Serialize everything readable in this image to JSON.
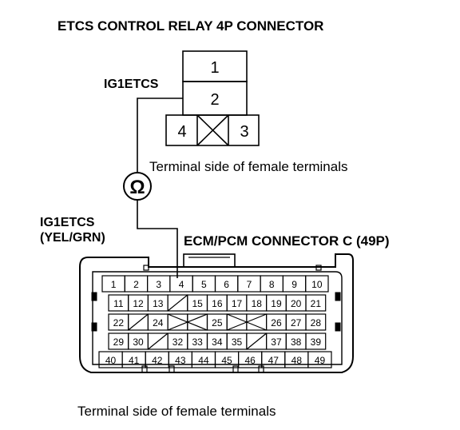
{
  "relay": {
    "title": "ETCS CONTROL RELAY 4P CONNECTOR",
    "wire_label": "IG1ETCS",
    "caption": "Terminal side of female terminals",
    "terminals": [
      "1",
      "2",
      "4",
      "3"
    ]
  },
  "meter": {
    "symbol": "Ω"
  },
  "ecm": {
    "wire_label_line1": "IG1ETCS",
    "wire_label_line2": "(YEL/GRN)",
    "title": "ECM/PCM CONNECTOR C (49P)",
    "caption": "Terminal side of female terminals",
    "row1": [
      "1",
      "2",
      "3",
      "4",
      "5",
      "6",
      "7",
      "8",
      "9",
      "10"
    ],
    "row2": [
      "11",
      "12",
      "13",
      "",
      "15",
      "16",
      "17",
      "18",
      "19",
      "20",
      "21"
    ],
    "row3": [
      "22",
      "",
      "24",
      "",
      "",
      "25",
      "",
      "",
      "26",
      "27",
      "28"
    ],
    "row4": [
      "29",
      "30",
      "",
      "32",
      "33",
      "34",
      "35",
      "",
      "37",
      "38",
      "39"
    ],
    "row5": [
      "40",
      "41",
      "42",
      "43",
      "44",
      "45",
      "46",
      "47",
      "48",
      "49"
    ]
  }
}
